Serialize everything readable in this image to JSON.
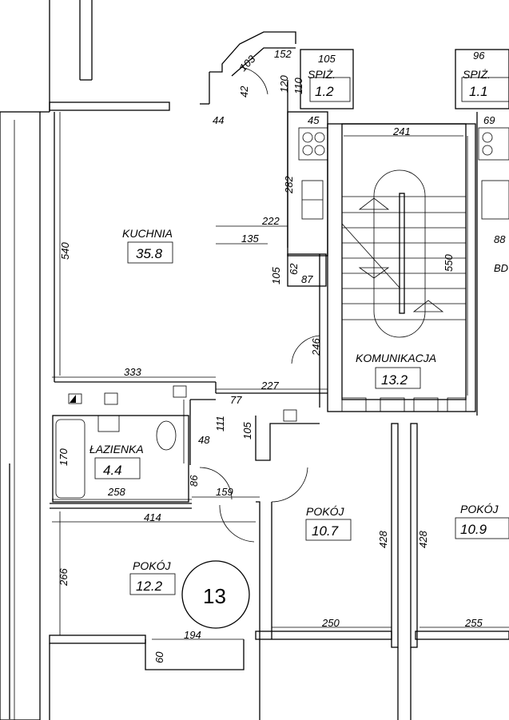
{
  "rooms": {
    "kuchnia": {
      "name": "KUCHNIA",
      "area": "35.8"
    },
    "lazienka": {
      "name": "ŁAZIENKA",
      "area": "4.4"
    },
    "komunikacja": {
      "name": "KOMUNIKACJA",
      "area": "13.2"
    },
    "pokoj_a": {
      "name": "POKÓJ",
      "area": "10.7"
    },
    "pokoj_b": {
      "name": "POKÓJ",
      "area": "10.9"
    },
    "pokoj_c": {
      "name": "POKÓJ",
      "area": "12.2"
    },
    "spiz_a": {
      "name": "SPIŻ.",
      "area": "1.2"
    },
    "spiz_b": {
      "name": "SPIŻ.",
      "area": "1.1"
    }
  },
  "unit_number": "13",
  "partial_label": "BD",
  "dims": {
    "d152": "152",
    "d103": "103",
    "d105a": "105",
    "d110": "110",
    "d120": "120",
    "d42": "42",
    "d44": "44",
    "d96": "96",
    "d45": "45",
    "d241": "241",
    "d69": "69",
    "d282": "282",
    "d222": "222",
    "d135": "135",
    "d88": "88",
    "d105b": "105",
    "d62": "62",
    "d87": "87",
    "d540": "540",
    "d550": "550",
    "d246": "246",
    "d333": "333",
    "d227": "227",
    "d77": "77",
    "d111": "111",
    "d105c": "105",
    "d48": "48",
    "d170": "170",
    "d86": "86",
    "d258": "258",
    "d159": "159",
    "d414": "414",
    "d428a": "428",
    "d428b": "428",
    "d266": "266",
    "d194": "194",
    "d60": "60",
    "d250": "250",
    "d255": "255"
  }
}
